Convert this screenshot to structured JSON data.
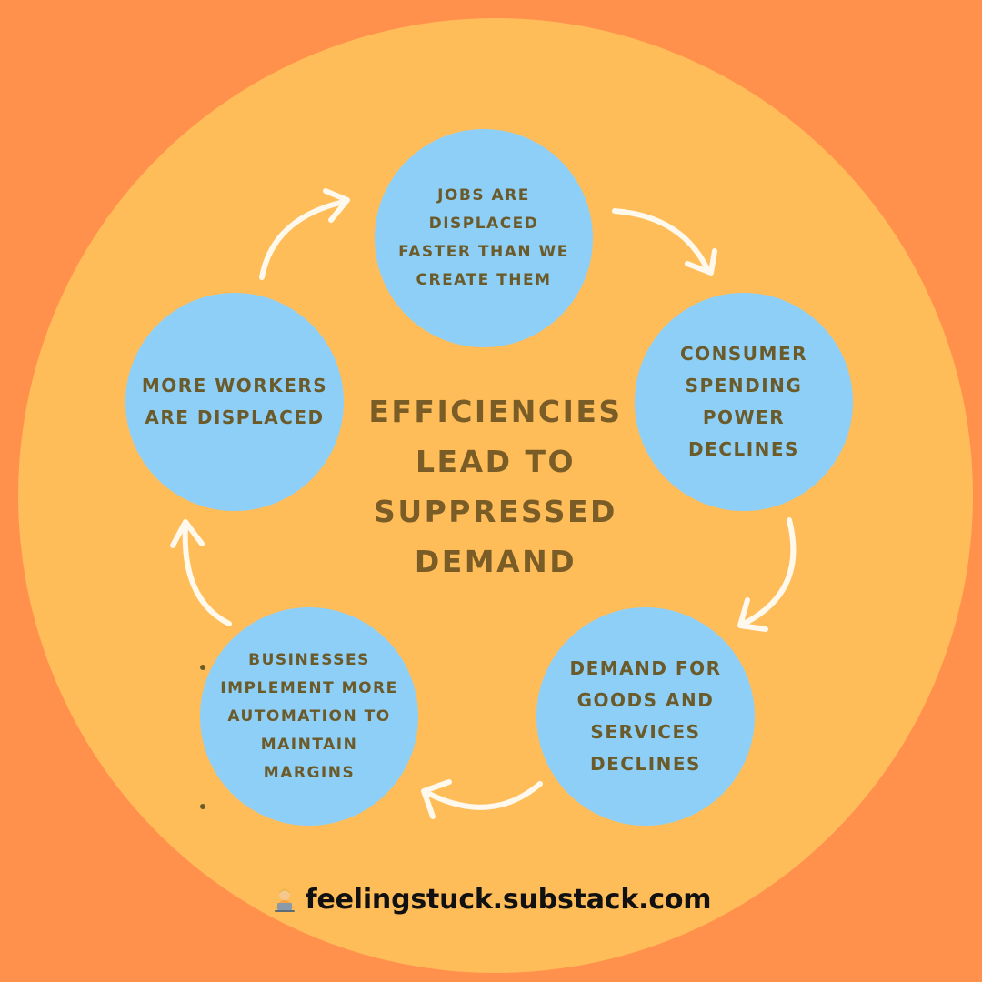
{
  "title": "EFFICIENCIES LEAD TO SUPPRESSED DEMAND",
  "nodes": [
    {
      "text": "JOBS ARE\nDISPLACED\nFASTER THAN WE\nCREATE THEM"
    },
    {
      "text": "CONSUMER\nSPENDING\nPOWER\nDECLINES"
    },
    {
      "text": "DEMAND FOR\nGOODS AND\nSERVICES\nDECLINES"
    },
    {
      "text": "BUSINESSES\nIMPLEMENT MORE\nAUTOMATION TO\nMAINTAIN\nMARGINS"
    },
    {
      "text": "MORE WORKERS\nARE DISPLACED"
    }
  ],
  "footer": {
    "site": "feelingstuck.substack.com",
    "icon": "person-at-laptop-icon"
  },
  "colors": {
    "outer_background": "#FF914D",
    "inner_circle": "#FFBD59",
    "node_fill": "#8ECFF8",
    "node_text": "#6B5B2A",
    "title_text": "#7A5C27",
    "arrow": "#FFF8EC"
  }
}
